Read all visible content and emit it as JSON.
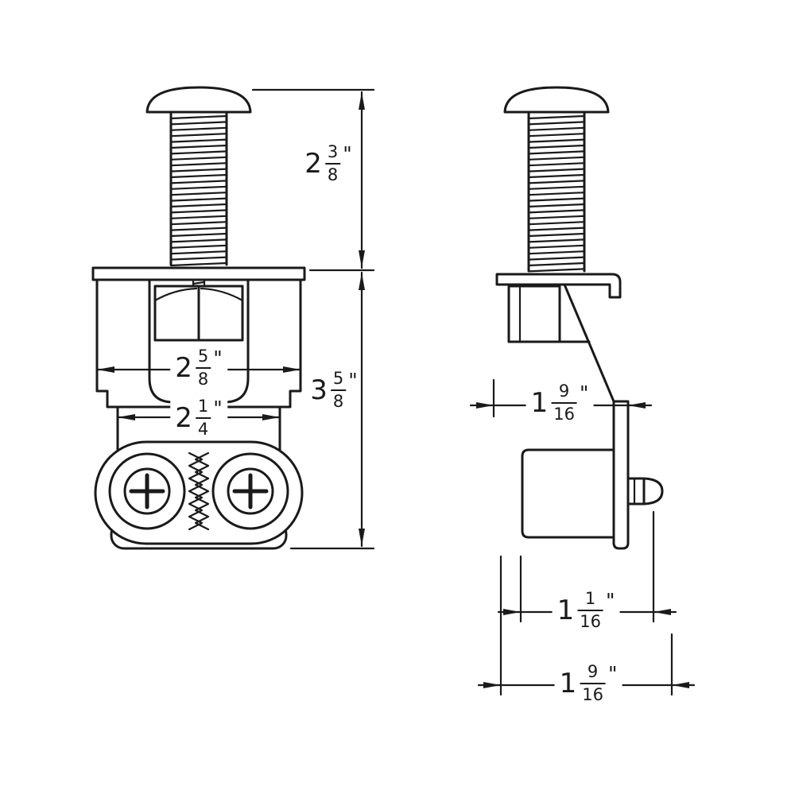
{
  "canvas": {
    "background": "#ffffff",
    "line_color": "#1a1a1a"
  },
  "dimensions": {
    "bolt_length": {
      "whole": "2",
      "num": "3",
      "den": "8",
      "unit": "\""
    },
    "body_height": {
      "whole": "3",
      "num": "5",
      "den": "8",
      "unit": "\""
    },
    "body_width": {
      "whole": "2",
      "num": "5",
      "den": "8",
      "unit": "\""
    },
    "lower_width": {
      "whole": "2",
      "num": "1",
      "den": "4",
      "unit": "\""
    },
    "bracket_depth": {
      "whole": "1",
      "num": "9",
      "den": "16",
      "unit": "\""
    },
    "stud_offset": {
      "whole": "1",
      "num": "1",
      "den": "16",
      "unit": "\""
    },
    "overall_depth": {
      "whole": "1",
      "num": "9",
      "den": "16",
      "unit": "\""
    }
  }
}
